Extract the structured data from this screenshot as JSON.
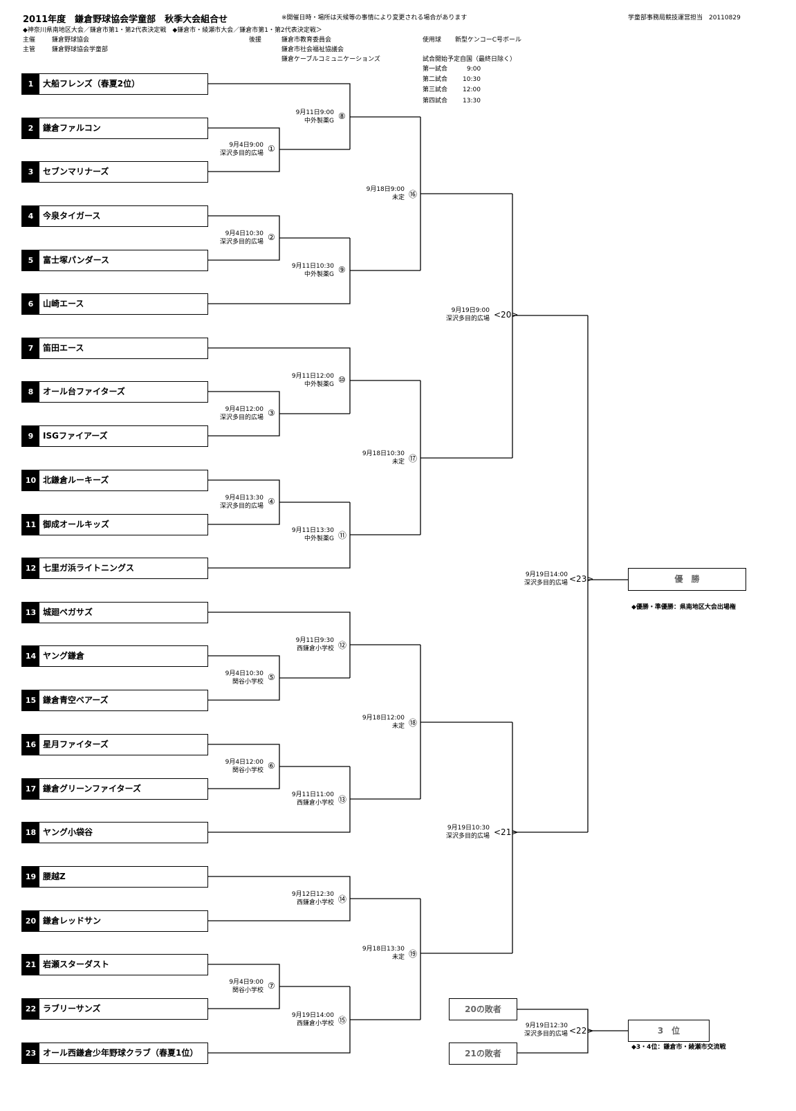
{
  "header": {
    "title": "2011年度　鎌倉野球協会学童部　秋季大会組合せ",
    "notice": "※開催日時・場所は天候等の事情により変更される場合があります",
    "doc_ref": "学童部事務局競技運営担当　20110829",
    "subtitle": "◆神奈川県南地区大会／鎌倉市第1・第2代表決定戦　◆鎌倉市・綾瀬市大会／鎌倉市第1・第2代表決定戦＞",
    "organizer_label": "主催",
    "organizer": "鎌倉野球協会",
    "manager_label": "主管",
    "manager": "鎌倉野球協会学童部",
    "sponsor_label": "後援",
    "sponsors": [
      "鎌倉市教育委員会",
      "鎌倉市社会福祉協議会",
      "鎌倉ケーブルコミュニケーションズ"
    ],
    "ball_label": "使用球",
    "ball": "新型ケンコーC号ボール",
    "schedule_title": "試合開始予定自国（最終日除く）",
    "schedule": [
      {
        "label": "第一試合",
        "time": "9:00"
      },
      {
        "label": "第二試合",
        "time": "10:30"
      },
      {
        "label": "第三試合",
        "time": "12:00"
      },
      {
        "label": "第四試合",
        "time": "13:30"
      }
    ]
  },
  "teams": [
    {
      "num": "1",
      "name": "大船フレンズ（春夏2位）"
    },
    {
      "num": "2",
      "name": "鎌倉ファルコン"
    },
    {
      "num": "3",
      "name": "セブンマリナーズ"
    },
    {
      "num": "4",
      "name": "今泉タイガース"
    },
    {
      "num": "5",
      "name": "富士塚パンダース"
    },
    {
      "num": "6",
      "name": "山崎エース"
    },
    {
      "num": "7",
      "name": "笛田エース"
    },
    {
      "num": "8",
      "name": "オール台ファイターズ"
    },
    {
      "num": "9",
      "name": "ISGファイアーズ"
    },
    {
      "num": "10",
      "name": "北鎌倉ルーキーズ"
    },
    {
      "num": "11",
      "name": "御成オールキッズ"
    },
    {
      "num": "12",
      "name": "七里ガ浜ライトニングス"
    },
    {
      "num": "13",
      "name": "城廻ペガサズ"
    },
    {
      "num": "14",
      "name": "ヤング鎌倉"
    },
    {
      "num": "15",
      "name": "鎌倉青空ベアーズ"
    },
    {
      "num": "16",
      "name": "星月ファイターズ"
    },
    {
      "num": "17",
      "name": "鎌倉グリーンファイターズ"
    },
    {
      "num": "18",
      "name": "ヤング小袋谷"
    },
    {
      "num": "19",
      "name": "腰越Z"
    },
    {
      "num": "20",
      "name": "鎌倉レッドサン"
    },
    {
      "num": "21",
      "name": "岩瀬スターダスト"
    },
    {
      "num": "22",
      "name": "ラブリーサンズ"
    },
    {
      "num": "23",
      "name": "オール西鎌倉少年野球クラブ（春夏1位）"
    }
  ],
  "matches": [
    {
      "id": "①",
      "date": "9月4日9:00",
      "venue": "深沢多目的広場"
    },
    {
      "id": "②",
      "date": "9月4日10:30",
      "venue": "深沢多目的広場"
    },
    {
      "id": "③",
      "date": "9月4日12:00",
      "venue": "深沢多目的広場"
    },
    {
      "id": "④",
      "date": "9月4日13:30",
      "venue": "深沢多目的広場"
    },
    {
      "id": "⑤",
      "date": "9月4日10:30",
      "venue": "関谷小学校"
    },
    {
      "id": "⑥",
      "date": "9月4日12:00",
      "venue": "関谷小学校"
    },
    {
      "id": "⑦",
      "date": "9月4日9:00",
      "venue": "関谷小学校"
    },
    {
      "id": "⑧",
      "date": "9月11日9:00",
      "venue": "中外製薬G"
    },
    {
      "id": "⑨",
      "date": "9月11日10:30",
      "venue": "中外製薬G"
    },
    {
      "id": "⑩",
      "date": "9月11日12:00",
      "venue": "中外製薬G"
    },
    {
      "id": "⑪",
      "date": "9月11日13:30",
      "venue": "中外製薬G"
    },
    {
      "id": "⑫",
      "date": "9月11日9:30",
      "venue": "西鎌倉小学校"
    },
    {
      "id": "⑬",
      "date": "9月11日11:00",
      "venue": "西鎌倉小学校"
    },
    {
      "id": "⑭",
      "date": "9月12日12:30",
      "venue": "西鎌倉小学校"
    },
    {
      "id": "⑮",
      "date": "9月19日14:00",
      "venue": "西鎌倉小学校"
    },
    {
      "id": "⑯",
      "date": "9月18日9:00",
      "venue": "未定"
    },
    {
      "id": "⑰",
      "date": "9月18日10:30",
      "venue": "未定"
    },
    {
      "id": "⑱",
      "date": "9月18日12:00",
      "venue": "未定"
    },
    {
      "id": "⑲",
      "date": "9月18日13:30",
      "venue": "未定"
    },
    {
      "id": "<20>",
      "date": "9月19日9:00",
      "venue": "深沢多目的広場"
    },
    {
      "id": "<21>",
      "date": "9月19日10:30",
      "venue": "深沢多目的広場"
    },
    {
      "id": "<23>",
      "date": "9月19日14:00",
      "venue": "深沢多目的広場"
    },
    {
      "id": "<22>",
      "date": "9月19日12:30",
      "venue": "深沢多目的広場"
    }
  ],
  "results": {
    "champion": "優　勝",
    "champion_note": "◆優勝・準優勝：県南地区大会出場権",
    "loser20": "20の敗者",
    "loser21": "21の敗者",
    "third": "3　位",
    "third_note": "◆3・4位：鎌倉市・綾瀬市交流戦"
  }
}
